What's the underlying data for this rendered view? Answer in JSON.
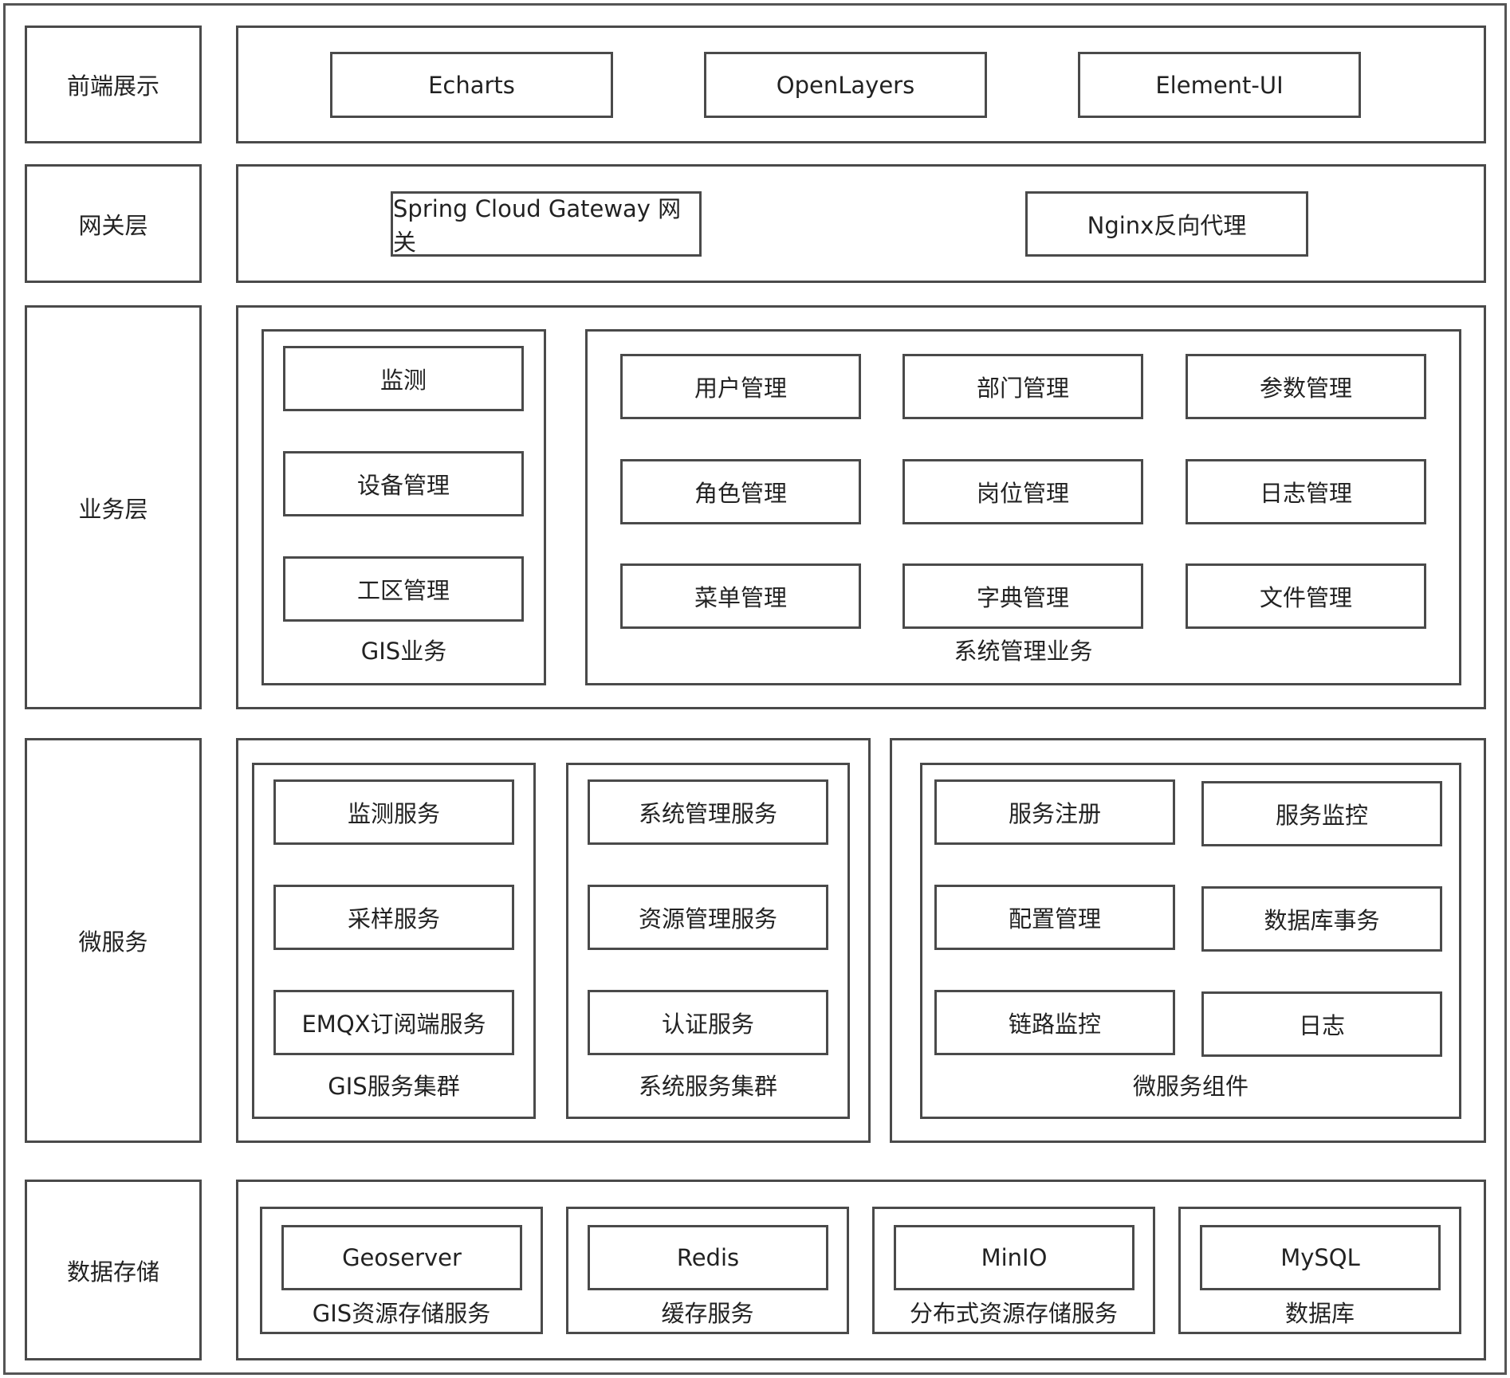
{
  "layers": {
    "frontend": {
      "label": "前端展示",
      "items": [
        "Echarts",
        "OpenLayers",
        "Element-UI"
      ]
    },
    "gateway": {
      "label": "网关层",
      "items": [
        "Spring Cloud Gateway 网关",
        "Nginx反向代理"
      ]
    },
    "business": {
      "label": "业务层",
      "gis": {
        "title": "GIS业务",
        "items": [
          "监测",
          "设备管理",
          "工区管理"
        ]
      },
      "system": {
        "title": "系统管理业务",
        "items": [
          "用户管理",
          "部门管理",
          "参数管理",
          "角色管理",
          "岗位管理",
          "日志管理",
          "菜单管理",
          "字典管理",
          "文件管理"
        ]
      }
    },
    "microservice": {
      "label": "微服务",
      "gis_cluster": {
        "title": "GIS服务集群",
        "items": [
          "监测服务",
          "采样服务",
          "EMQX订阅端服务"
        ]
      },
      "sys_cluster": {
        "title": "系统服务集群",
        "items": [
          "系统管理服务",
          "资源管理服务",
          "认证服务"
        ]
      },
      "components": {
        "title": "微服务组件",
        "items": [
          "服务注册",
          "服务监控",
          "配置管理",
          "数据库事务",
          "链路监控",
          "日志"
        ]
      }
    },
    "storage": {
      "label": "数据存储",
      "groups": [
        {
          "item": "Geoserver",
          "title": "GIS资源存储服务"
        },
        {
          "item": "Redis",
          "title": "缓存服务"
        },
        {
          "item": "MinIO",
          "title": "分布式资源存储服务"
        },
        {
          "item": "MySQL",
          "title": "数据库"
        }
      ]
    }
  }
}
